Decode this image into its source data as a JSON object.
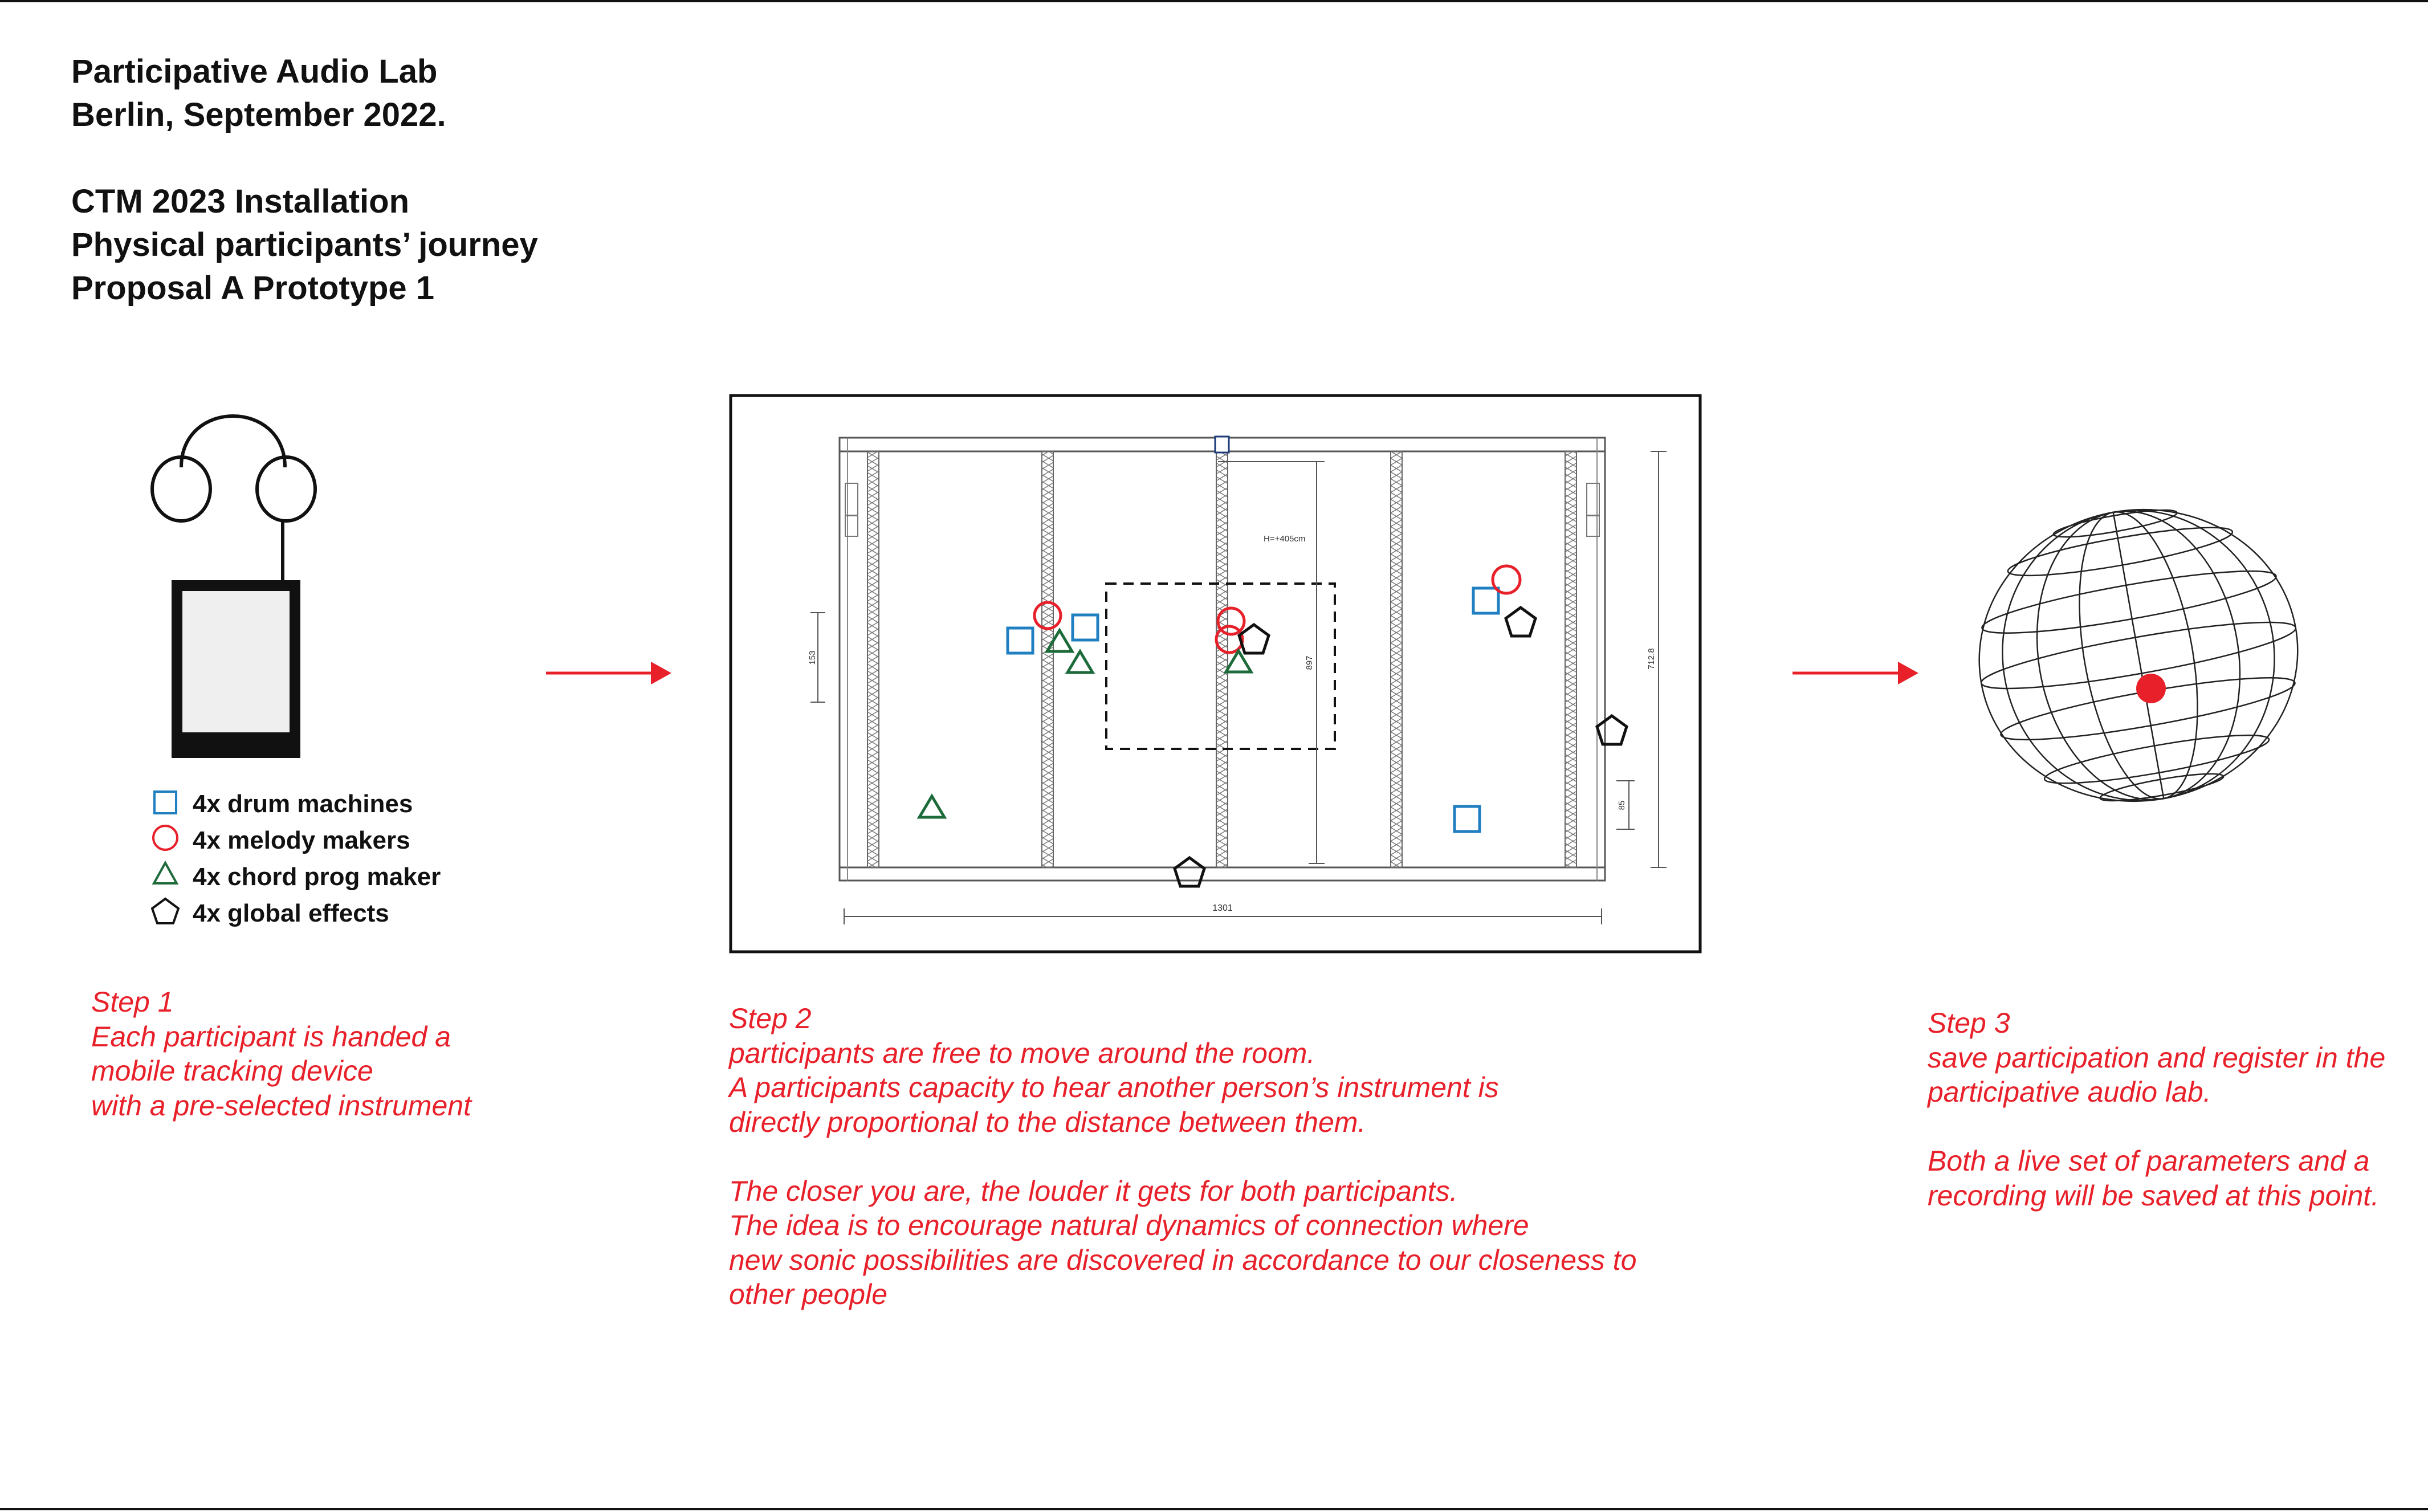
{
  "header": {
    "line1": "Participative Audio Lab",
    "line2": "Berlin, September 2022.",
    "line3": "CTM 2023 Installation",
    "line4": "Physical participants’ journey",
    "line5": "Proposal A Prototype 1"
  },
  "legend": [
    {
      "label": "4x drum machines",
      "icon": "square-icon",
      "color": "#1f7fc1"
    },
    {
      "label": "4x melody makers",
      "icon": "circle-icon",
      "color": "#e8202a"
    },
    {
      "label": "4x chord prog maker",
      "icon": "triangle-icon",
      "color": "#1d6b3a"
    },
    {
      "label": "4x global effects",
      "icon": "pentagon-icon",
      "color": "#111111"
    }
  ],
  "floorplan": {
    "dim_height": "H=+405cm",
    "dim_153": "153",
    "dim_897": "897",
    "dim_7128": "712.8",
    "dim_85": "85",
    "dim_1301": "1301"
  },
  "steps": {
    "step1": {
      "heading": "Step 1",
      "lines": [
        "Each participant is handed a",
        "mobile tracking device",
        "with a pre-selected instrument"
      ]
    },
    "step2": {
      "heading": "Step 2",
      "lines": [
        "participants are free to move around the room.",
        "A participants capacity to hear another person’s instrument is",
        "directly proportional to the distance between them.",
        "",
        "The closer you are, the louder it gets for both participants.",
        "The idea is to encourage natural dynamics of connection where",
        "new sonic possibilities are discovered in accordance to our closeness to",
        "other people"
      ]
    },
    "step3": {
      "heading": "Step 3",
      "lines": [
        "save participation and register in the",
        "participative audio lab.",
        "",
        "Both a live set of parameters and a",
        "recording will be saved at this point."
      ]
    }
  },
  "colors": {
    "accent": "#e8202a",
    "blue": "#1f7fc1",
    "green": "#1d6b3a",
    "ink": "#111111"
  }
}
